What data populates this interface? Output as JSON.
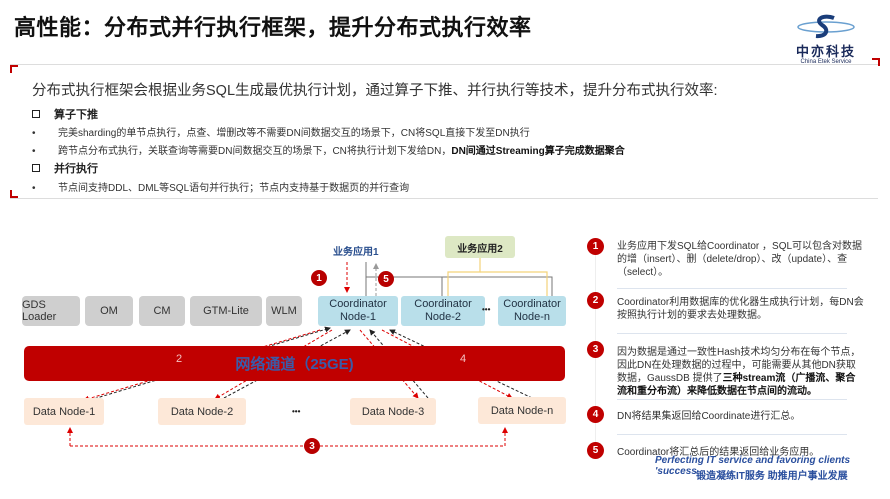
{
  "title": "高性能：分布式并行执行框架，提升分布式执行效率",
  "logo": {
    "cn": "中亦科技",
    "en": "China Etek Service"
  },
  "intro": {
    "main": "分布式执行框架会根据业务SQL生成最优执行计划，通过算子下推、并行执行等技术，提升分布式执行效率:",
    "sections": [
      {
        "heading": "算子下推",
        "bullets": [
          {
            "text": "完美sharding的单节点执行，点查、增删改等不需要DN间数据交互的场景下，CN将SQL直接下发至DN执行",
            "bold": ""
          },
          {
            "text": "跨节点分布式执行，关联查询等需要DN间数据交互的场景下，CN将执行计划下发给DN，",
            "bold": "DN间通过Streaming算子完成数据聚合"
          }
        ]
      },
      {
        "heading": "并行执行",
        "bullets": [
          {
            "text": "节点间支持DDL、DML等SQL语句并行执行；节点内支持基于数据页的并行查询",
            "bold": ""
          }
        ]
      }
    ],
    "bullet_char": "•"
  },
  "diagram": {
    "app1": "业务应用1",
    "app2": "业务应用2",
    "components": [
      "GDS  Loader",
      "OM",
      "CM",
      "GTM-Lite",
      "WLM"
    ],
    "coordinators": [
      {
        "l1": "Coordinator",
        "l2": "Node-1"
      },
      {
        "l1": "Coordinator",
        "l2": "Node-2"
      },
      {
        "l1": "Coordinator",
        "l2": "Node-n"
      }
    ],
    "ellipsis": "•••",
    "network": "网络通道（25GE)",
    "data_nodes": [
      "Data Node-1",
      "Data Node-2",
      "Data Node-3",
      "Data Node-n"
    ],
    "steps": [
      "1",
      "2",
      "3",
      "4",
      "5"
    ]
  },
  "steps": [
    {
      "num": "1",
      "text": "业务应用下发SQL给Coordinator ，SQL可以包含对数据的增（insert）、删（delete/drop）、改（update）、查（select）。",
      "bold": ""
    },
    {
      "num": "2",
      "text": "Coordinator利用数据库的优化器生成执行计划，每DN会按照执行计划的要求去处理数据。",
      "bold": ""
    },
    {
      "num": "3",
      "text": "因为数据是通过一致性Hash技术均匀分布在每个节点，因此DN在处理数据的过程中，可能需要从其他DN获取数据，GaussDB 提供了",
      "bold": "三种stream流（广播流、聚合流和重分布流）来降低数据在节点间的流动。"
    },
    {
      "num": "4",
      "text": "DN将结果集返回给Coordinate进行汇总。",
      "bold": ""
    },
    {
      "num": "5",
      "text": "Coordinator将汇总后的结果返回给业务应用。",
      "bold": ""
    }
  ],
  "footer": {
    "en": "Perfecting IT service and favoring clients 'success",
    "cn": "锻造凝练IT服务  助推用户事业发展"
  },
  "colors": {
    "accent": "#c00000",
    "coordinator": "#b9dfea",
    "datanode": "#fde8d8",
    "component": "#cfcfcf",
    "footer": "#2a4f9e"
  }
}
